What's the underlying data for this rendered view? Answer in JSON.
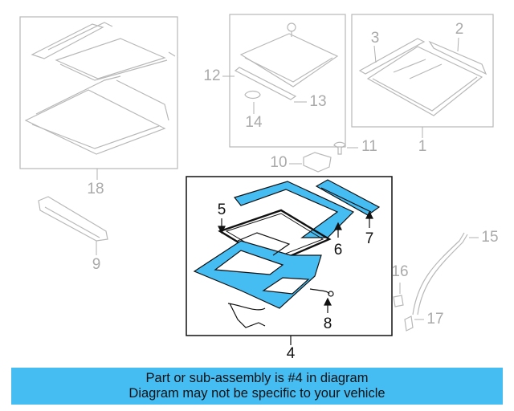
{
  "callouts": {
    "c1": "1",
    "c2": "2",
    "c3": "3",
    "c4": "4",
    "c5": "5",
    "c6": "6",
    "c7": "7",
    "c8": "8",
    "c9": "9",
    "c10": "10",
    "c11": "11",
    "c12": "12",
    "c13": "13",
    "c14": "14",
    "c15": "15",
    "c16": "16",
    "c17": "17",
    "c18": "18"
  },
  "highlighted_part": "4",
  "colors": {
    "highlight": "#45bdf3",
    "inactive_lines": "#b0b0b0",
    "active_lines": "#111111"
  },
  "banner": {
    "line1": "Part or sub-assembly is #4 in diagram",
    "line2": "Diagram may not be specific to your vehicle"
  }
}
